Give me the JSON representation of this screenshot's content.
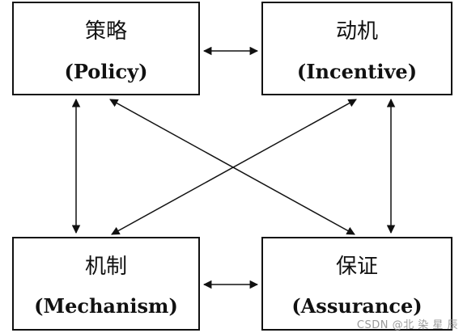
{
  "boxes": {
    "policy": {
      "title": "策略",
      "subtitle": "(Policy)"
    },
    "incentive": {
      "title": "动机",
      "subtitle": "(Incentive)"
    },
    "mechanism": {
      "title": "机制",
      "subtitle": "(Mechanism)"
    },
    "assurance": {
      "title": "保证",
      "subtitle": "(Assurance)"
    }
  },
  "watermark": "CSDN @北 染 星 辰",
  "colors": {
    "stroke": "#111111",
    "text": "#111111",
    "watermark": "#9a9a9a"
  }
}
